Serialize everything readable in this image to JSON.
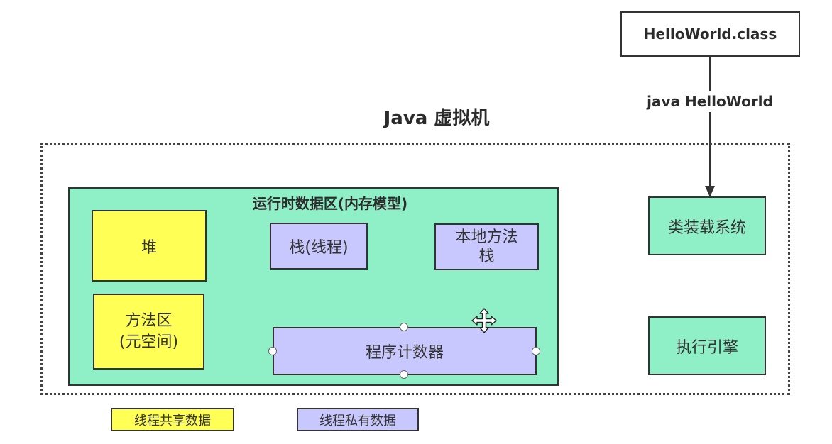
{
  "class_file": "HelloWorld.class",
  "command": "java HelloWorld",
  "jvm_title": "Java 虚拟机",
  "runtime_area": {
    "title": "运行时数据区(内存模型)",
    "heap": "堆",
    "method_area_line1": "方法区",
    "method_area_line2": "(元空间)",
    "stack": "栈(线程)",
    "native_stack_line1": "本地方法",
    "native_stack_line2": "栈",
    "program_counter": "程序计数器"
  },
  "class_loader": "类装载系统",
  "execution_engine": "执行引擎",
  "legend": {
    "shared": "线程共享数据",
    "private": "线程私有数据"
  },
  "colors": {
    "runtime_area": "#8ff0c8",
    "shared": "#ffff55",
    "private": "#c8c8ff"
  },
  "icons": [
    "move-cursor-icon"
  ]
}
